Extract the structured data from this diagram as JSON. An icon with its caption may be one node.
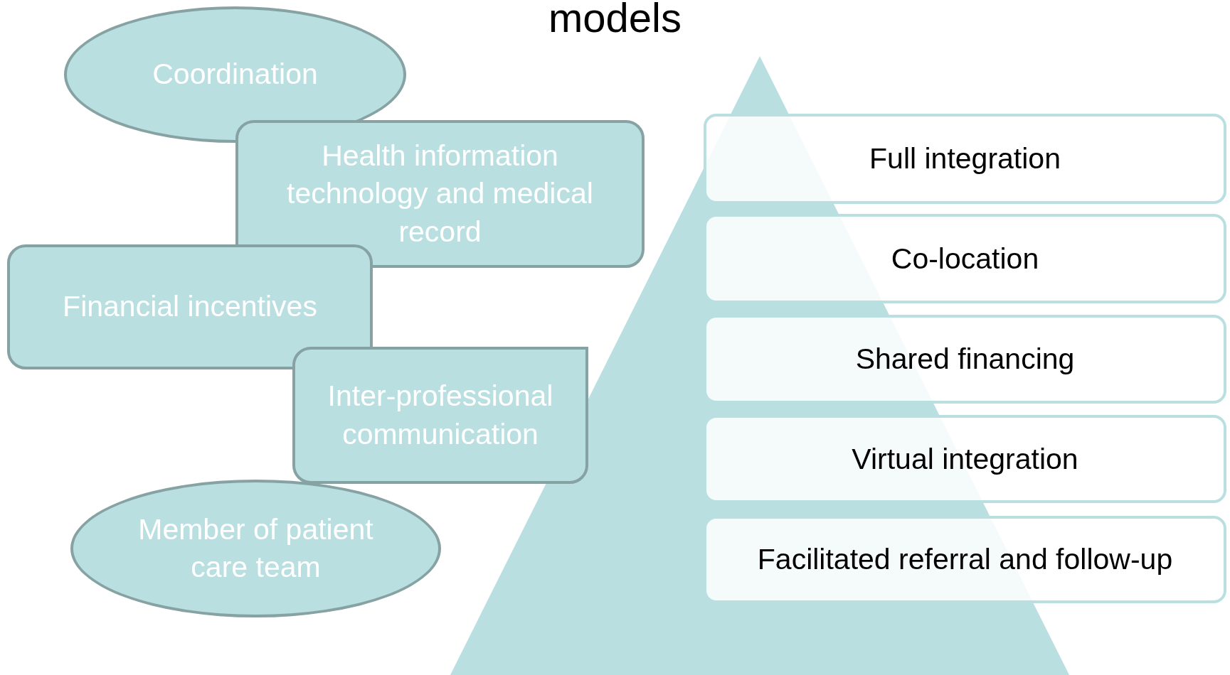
{
  "diagram": {
    "title": "models",
    "nodes": [
      {
        "text": [
          "Coordination"
        ]
      },
      {
        "text": [
          "Health information technology and medical record"
        ]
      },
      {
        "text": [
          "Financial incentives"
        ]
      },
      {
        "text": [
          "Inter-professional communication"
        ]
      },
      {
        "text": [
          "Member of patient care team"
        ]
      },
      {
        "text": [
          "Full integration"
        ]
      },
      {
        "text": [
          "Co-location"
        ]
      },
      {
        "text": [
          "Shared financing"
        ]
      },
      {
        "text": [
          "Virtual integration"
        ]
      },
      {
        "text": [
          "Facilitated referral and follow-up"
        ]
      }
    ]
  }
}
